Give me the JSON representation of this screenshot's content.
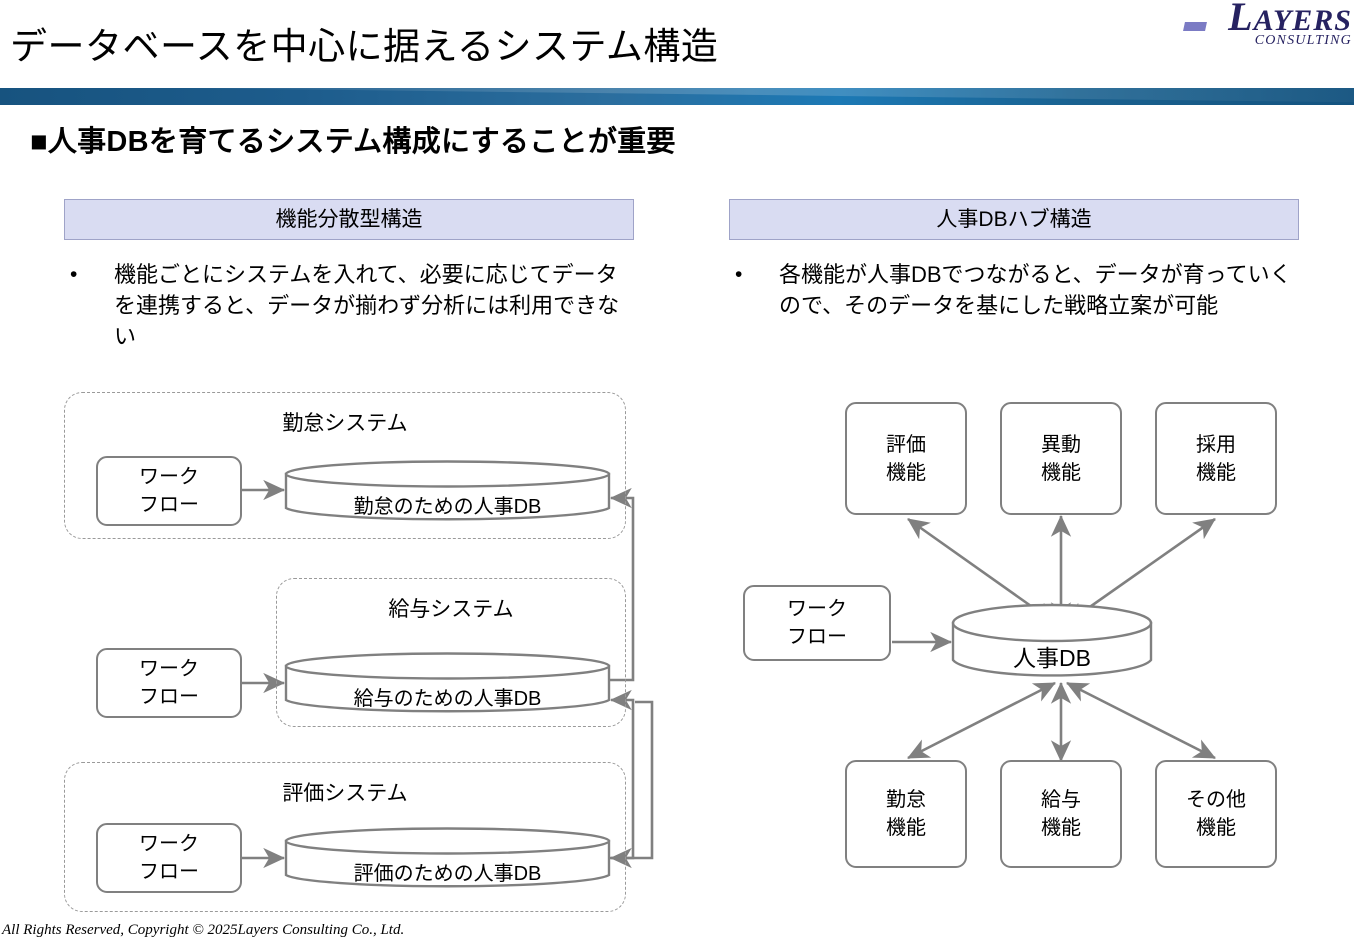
{
  "slide": {
    "title": "データベースを中心に据えるシステム構造",
    "subheading": "■人事DBを育てるシステム構成にすることが重要",
    "footer": "All Rights Reserved, Copyright © 2025Layers Consulting Co., Ltd."
  },
  "logo": {
    "initial": "L",
    "main": "AYERS",
    "sub": "CONSULTING",
    "color": "#262261",
    "accent": "#7b7bc4"
  },
  "theme": {
    "divider_blue": "#1d5c8c",
    "chip_fill": "#d9dcf2",
    "chip_border": "#9fa3c8",
    "shape_stroke": "#808080",
    "group_dash": "#9a9a9a"
  },
  "columns": {
    "left": {
      "chip_label": "機能分散型構造",
      "bullet_marker": "•",
      "bullet_text": "機能ごとにシステムを入れて、必要に応じてデータを連携すると、データが揃わず分析には利用できない"
    },
    "right": {
      "chip_label": "人事DBハブ構造",
      "bullet_marker": "•",
      "bullet_text": "各機能が人事DBでつながると、データが育っていくので、そのデータを基にした戦略立案が可能"
    }
  },
  "diagram_left": {
    "groups": [
      {
        "title": "勤怠システム",
        "workflow_label": "ワーク\nフロー",
        "db_label": "勤怠のための人事DB"
      },
      {
        "title": "給与システム",
        "workflow_label": "ワーク\nフロー",
        "db_label": "給与のための人事DB"
      },
      {
        "title": "評価システム",
        "workflow_label": "ワーク\nフロー",
        "db_label": "評価のための人事DB"
      }
    ]
  },
  "diagram_right": {
    "hub_label": "人事DB",
    "workflow_label": "ワーク\nフロー",
    "top_nodes": [
      {
        "label": "評価\n機能"
      },
      {
        "label": "異動\n機能"
      },
      {
        "label": "採用\n機能"
      }
    ],
    "bottom_nodes": [
      {
        "label": "勤怠\n機能"
      },
      {
        "label": "給与\n機能"
      },
      {
        "label": "その他\n機能"
      }
    ]
  }
}
